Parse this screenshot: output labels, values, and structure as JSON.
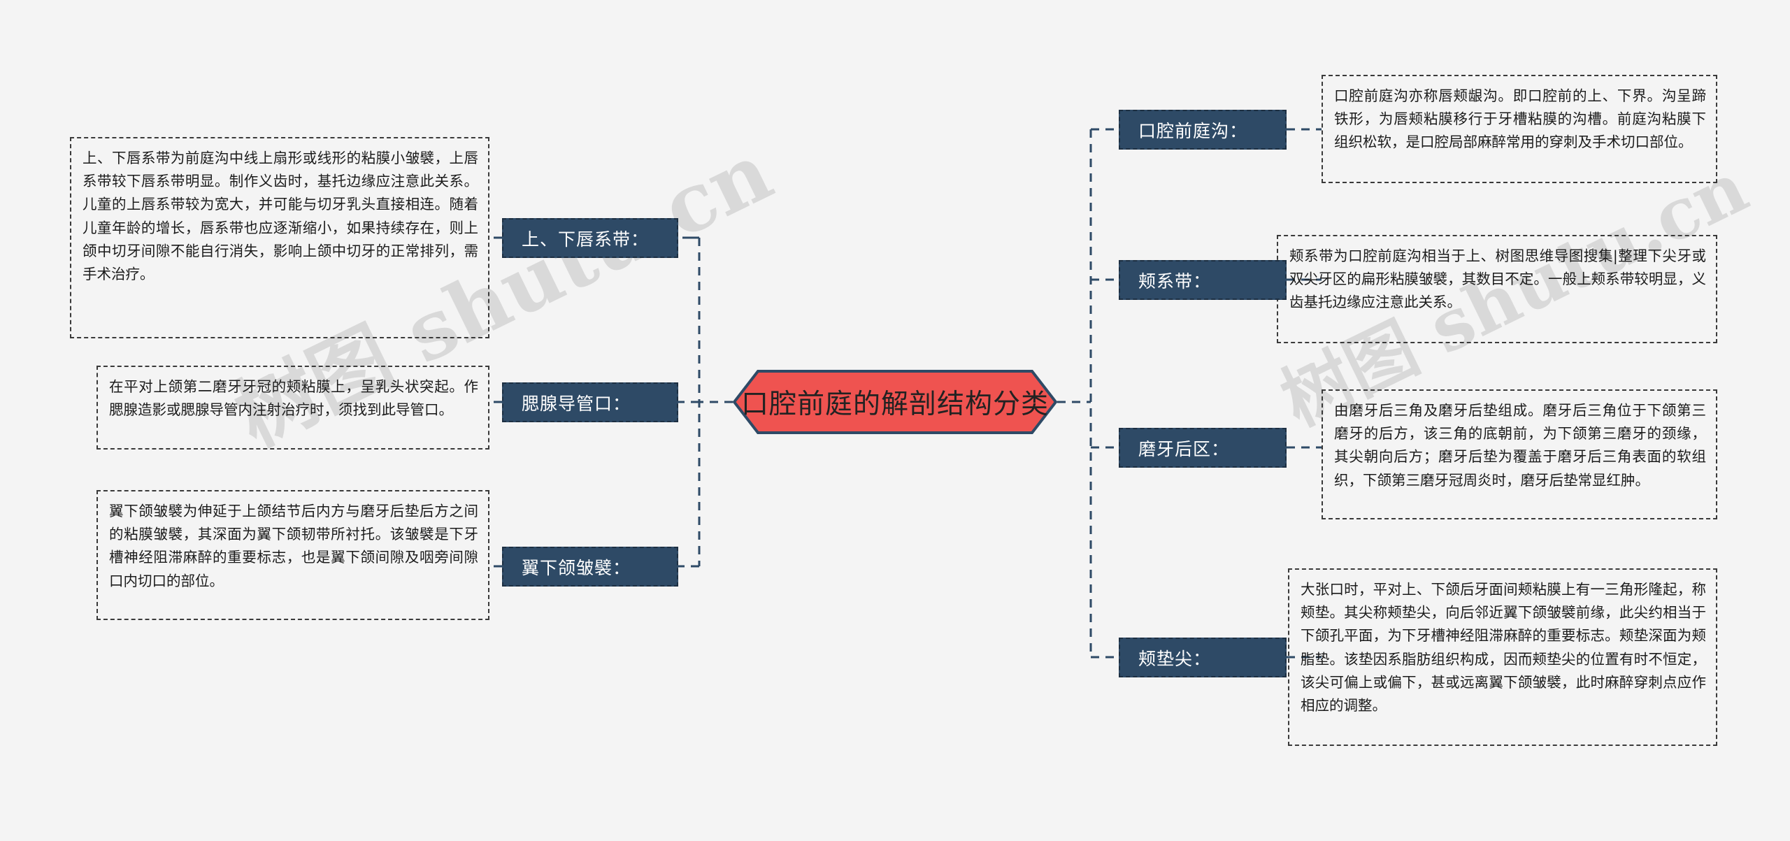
{
  "center": {
    "label": "口腔前庭的解剖结构分类",
    "fill": "#ef5350",
    "stroke": "#2e4a66",
    "text_color": "#222222"
  },
  "theme": {
    "background": "#f4f4f4",
    "branch_fill": "#2e4a66",
    "branch_border": "#1d2f42",
    "branch_text": "#ffffff",
    "detail_border": "#3a3a3a",
    "detail_text": "#1b1b1b",
    "link_color": "#2e4a66",
    "watermark_color": "#d9d9d9"
  },
  "watermarks": {
    "left": "树图 shutu.cn",
    "right": "树图 shutu.cn"
  },
  "left_branches": [
    {
      "label": "上、下唇系带：",
      "detail": "上、下唇系带为前庭沟中线上扇形或线形的粘膜小皱襞，上唇系带较下唇系带明显。制作义齿时，基托边缘应注意此关系。儿童的上唇系带较为宽大，并可能与切牙乳头直接相连。随着儿童年龄的增长，唇系带也应逐渐缩小，如果持续存在，则上颌中切牙间隙不能自行消失，影响上颌中切牙的正常排列，需手术治疗。"
    },
    {
      "label": "腮腺导管口：",
      "detail": "在平对上颌第二磨牙牙冠的颊粘膜上，呈乳头状突起。作腮腺造影或腮腺导管内注射治疗时，须找到此导管口。"
    },
    {
      "label": "翼下颌皱襞：",
      "detail": "翼下颌皱襞为伸延于上颌结节后内方与磨牙后垫后方之间的粘膜皱襞，其深面为翼下颌韧带所衬托。该皱襞是下牙槽神经阻滞麻醉的重要标志，也是翼下颌间隙及咽旁间隙口内切口的部位。"
    }
  ],
  "right_branches": [
    {
      "label": "口腔前庭沟：",
      "detail": "口腔前庭沟亦称唇颊龈沟。即口腔前的上、下界。沟呈蹄铁形，为唇颊粘膜移行于牙槽粘膜的沟槽。前庭沟粘膜下组织松软，是口腔局部麻醉常用的穿刺及手术切口部位。"
    },
    {
      "label": "颊系带：",
      "detail": "颊系带为口腔前庭沟相当于上、树图思维导图搜集|整理下尖牙或双尖牙区的扁形粘膜皱襞，其数目不定。一般上颊系带较明显，义齿基托边缘应注意此关系。"
    },
    {
      "label": "磨牙后区：",
      "detail": "由磨牙后三角及磨牙后垫组成。磨牙后三角位于下颌第三磨牙的后方，该三角的底朝前，为下颌第三磨牙的颈缘，其尖朝向后方；磨牙后垫为覆盖于磨牙后三角表面的软组织，下颌第三磨牙冠周炎时，磨牙后垫常显红肿。"
    },
    {
      "label": "颊垫尖：",
      "detail": "大张口时，平对上、下颌后牙面间颊粘膜上有一三角形隆起，称颊垫。其尖称颊垫尖，向后邻近翼下颌皱襞前缘，此尖约相当于下颌孔平面，为下牙槽神经阻滞麻醉的重要标志。颊垫深面为颊脂垫。该垫因系脂肪组织构成，因而颊垫尖的位置有时不恒定，该尖可偏上或偏下，甚或远离翼下颌皱襞，此时麻醉穿刺点应作相应的调整。"
    }
  ]
}
